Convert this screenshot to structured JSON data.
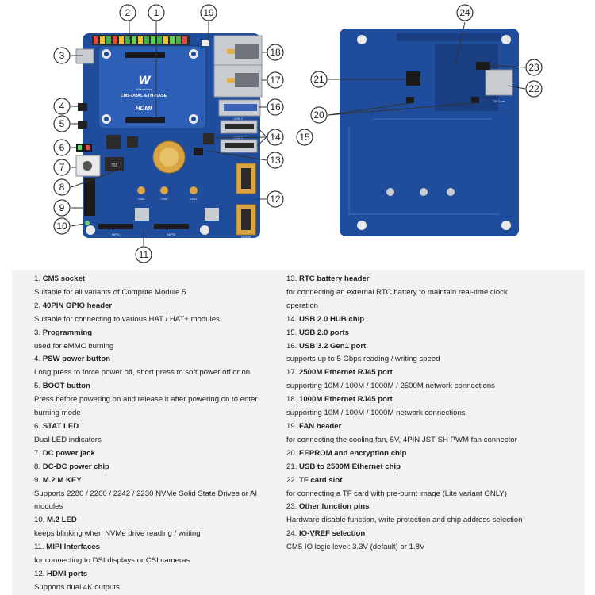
{
  "board": {
    "silkscreen_name": "CM5-DUAL-ETH-BASE",
    "hdmi_text": "HDMI",
    "brand_text": "Waveshare",
    "usb2_label": "USB 2",
    "usb3_label": "USB 3",
    "csi_label_1": "MIPI1",
    "csi_label_2": "MIPI0",
    "hdmi_label": "HDMI0",
    "tf_label": "TF Card",
    "m2_labels": [
      "2280",
      "2260",
      "2242"
    ],
    "chip_label": "701"
  },
  "callouts": [
    "1",
    "2",
    "3",
    "4",
    "5",
    "6",
    "7",
    "8",
    "9",
    "10",
    "11",
    "12",
    "13",
    "14",
    "15",
    "16",
    "17",
    "18",
    "19",
    "20",
    "21",
    "22",
    "23",
    "24"
  ],
  "colors": {
    "pcb": "#1f4d9c",
    "pcb_dark": "#193f82",
    "silk": "#d8e3f5",
    "gold": "#d9a441",
    "metal": "#c9ccd1",
    "callout_stroke": "#333333",
    "panel_bg": "#f2f2f2"
  },
  "items_left": [
    {
      "num": "1.",
      "title": "CM5 socket",
      "desc": [
        "Suitable for all variants of Compute Module 5"
      ]
    },
    {
      "num": "2.",
      "title": "40PIN GPIO header",
      "desc": [
        "Suitable for connecting to various HAT / HAT+ modules"
      ]
    },
    {
      "num": "3.",
      "title": "Programming",
      "desc": [
        "used for eMMC burning"
      ]
    },
    {
      "num": "4.",
      "title": "PSW power button",
      "desc": [
        "Long press to force power off, short press to soft power off or on"
      ]
    },
    {
      "num": "5.",
      "title": "BOOT button",
      "desc": [
        "Press before powering on and release it after powering on to enter",
        "burning mode"
      ]
    },
    {
      "num": "6.",
      "title": "STAT LED",
      "desc": [
        "Dual LED indicators"
      ]
    },
    {
      "num": "7.",
      "title": "DC power jack",
      "desc": []
    },
    {
      "num": "8.",
      "title": "DC-DC power chip",
      "desc": []
    },
    {
      "num": "9.",
      "title": "M.2 M KEY",
      "desc": [
        "Supports 2280 / 2260 / 2242 / 2230 NVMe Solid State Drives or AI",
        "modules"
      ]
    },
    {
      "num": "10.",
      "title": "M.2 LED",
      "desc": [
        "keeps blinking when NVMe drive reading / writing"
      ]
    },
    {
      "num": "11.",
      "title": "MIPI Interfaces",
      "desc": [
        "for connecting to DSI displays or CSI cameras"
      ]
    },
    {
      "num": "12.",
      "title": "HDMI ports",
      "desc": [
        "Supports dual 4K outputs"
      ]
    }
  ],
  "items_right": [
    {
      "num": "13.",
      "title": "RTC battery header",
      "desc": [
        "for connecting an external RTC battery to maintain real-time clock",
        "operation"
      ]
    },
    {
      "num": "14.",
      "title": "USB 2.0 HUB chip",
      "desc": []
    },
    {
      "num": "15.",
      "title": "USB 2.0 ports",
      "desc": []
    },
    {
      "num": "16.",
      "title": "USB 3.2 Gen1 port",
      "desc": [
        "supports up to 5 Gbps reading / writing speed"
      ]
    },
    {
      "num": "17.",
      "title": "2500M Ethernet RJ45 port",
      "desc": [
        "supporting 10M / 100M / 1000M / 2500M network connections"
      ]
    },
    {
      "num": "18.",
      "title": "1000M Ethernet RJ45 port",
      "desc": [
        "supporting 10M / 100M / 1000M network connections"
      ]
    },
    {
      "num": "19.",
      "title": "FAN header",
      "desc": [
        "for connecting the cooling fan, 5V, 4PIN JST-SH PWM fan connector"
      ]
    },
    {
      "num": "20.",
      "title": "EEPROM and encryption chip",
      "desc": []
    },
    {
      "num": "21.",
      "title": "USB to 2500M Ethernet chip",
      "desc": []
    },
    {
      "num": "22.",
      "title": "TF card slot",
      "desc": [
        "for connecting a TF card with pre-burnt image (Lite variant ONLY)"
      ]
    },
    {
      "num": "23.",
      "title": "Other function pins",
      "desc": [
        "Hardware disable function, write protection and chip address selection"
      ]
    },
    {
      "num": "24.",
      "title": "IO-VREF selection",
      "desc": [
        "CM5 IO logic level: 3.3V (default) or 1.8V"
      ]
    }
  ]
}
